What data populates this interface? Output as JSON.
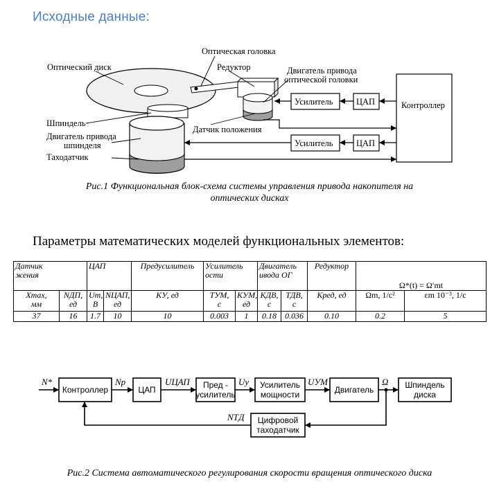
{
  "heading": "Исходные данные:",
  "figure1": {
    "labels": {
      "optical_head": "Оптическая головка",
      "reducer": "Редуктор",
      "optical_disk": "Оптический диск",
      "head_motor_line1": "Двигатель привода",
      "head_motor_line2": "оптической головки",
      "amplifier_top": "Усилитель",
      "dac_top": "ЦАП",
      "controller": "Контроллер",
      "spindle": "Шпиндель",
      "spindle_motor_line1": "Двигатель привода",
      "spindle_motor_line2": "шпинделя",
      "tachometer": "Таходатчик",
      "position_sensor": "Датчик положения",
      "amplifier_bottom": "Усилитель",
      "dac_bottom": "ЦАП"
    },
    "caption_line1": "Рис.1 Функциональная блок-схема системы управления привода накопителя на",
    "caption_line2": "оптических дисках"
  },
  "params_title": "Параметры математических моделей функциональных элементов:",
  "table": {
    "groups": {
      "sensor_line1": "Датчик",
      "sensor_line2": "жения",
      "dac": "ЦАП",
      "preamp": "Предусилитель",
      "amp_line1": "Усилитель",
      "amp_line2": "ости",
      "motor_line1": "Двигатель",
      "motor_line2": "ивода ОГ",
      "reducer": "Редуктор",
      "omega_law": "Ω*(t) = Ω′mt"
    },
    "params": {
      "xmax_top": "Xmax,",
      "xmax_unit": "мм",
      "ndp_top": "NДП,",
      "ndp_unit": "ед",
      "um_top": "Um,",
      "um_unit": "В",
      "ncap_top": "NЦАП,",
      "ncap_unit": "ед",
      "ky": "KУ, ед",
      "tum_top": "TУМ,",
      "tum_unit": "с",
      "kum_top": "KУМ,",
      "kum_unit": "ед",
      "kdv_top": "KДВ,",
      "kdv_unit": "с",
      "tdv_top": "TДВ,",
      "tdv_unit": "с",
      "kred": "Kред, ед",
      "omega_m": "Ωm, 1/с²",
      "eps_m": "εm 10⁻³, 1/с"
    },
    "values": [
      "37",
      "16",
      "1.7",
      "10",
      "10",
      "0.003",
      "1",
      "0.18",
      "0.036",
      "0.10",
      "0.2",
      "5"
    ]
  },
  "figure2": {
    "blocks": {
      "controller": "Контроллер",
      "dac": "ЦАП",
      "preamp_line1": "Пред -",
      "preamp_line2": "усилитель",
      "power_amp_line1": "Усилитель",
      "power_amp_line2": "мощности",
      "motor": "Двигатель",
      "spindle_line1": "Шпиндель",
      "spindle_line2": "диска",
      "tacho_line1": "Цифровой",
      "tacho_line2": "таходатчик"
    },
    "signals": {
      "n_star": "N*",
      "n_p": "Np",
      "u_cap": "UЦАП",
      "u_y": "Uу",
      "u_um": "UУМ",
      "omega": "Ω",
      "n_td": "NТД"
    },
    "caption": "Рис.2 Система автоматического регулирования скорости вращения оптического диска"
  }
}
